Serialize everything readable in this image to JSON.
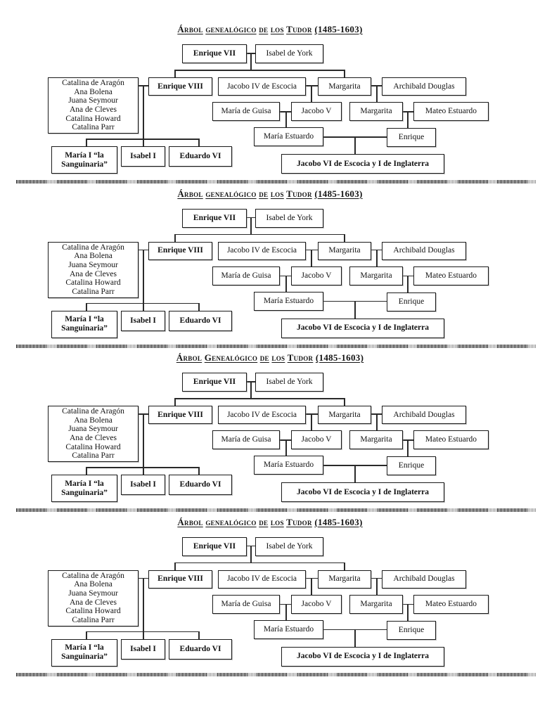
{
  "document": {
    "background_color": "#ffffff",
    "line_color": "#2a2a2a",
    "box_border_color": "#1a1a1a",
    "text_color": "#111111"
  },
  "panels": [
    {
      "title": "Árbol genealógico de los Tudor (1485-1603)"
    },
    {
      "title": "Árbol genealógico de los Tudor (1485-1603)"
    },
    {
      "title": "Árbol Genealógico de los Tudor (1485-1603)"
    },
    {
      "title": "Árbol genealógico de los Tudor (1485-1603)"
    }
  ],
  "tree": {
    "nodes": {
      "enrique_vii": "Enrique VII",
      "isabel_de_york": "Isabel de York",
      "wives": [
        "Catalina de Aragón",
        "Ana Bolena",
        "Juana Seymour",
        "Ana de Cleves",
        "Catalina Howard",
        "Catalina Parr"
      ],
      "enrique_viii": "Enrique VIII",
      "jacobo_iv": "Jacobo IV de Escocia",
      "margarita": "Margarita",
      "archibald_douglas": "Archibald Douglas",
      "maria_de_guisa": "María de Guisa",
      "jacobo_v": "Jacobo V",
      "margarita_hija": "Margarita",
      "mateo_estuardo": "Mateo Estuardo",
      "maria_estuardo": "María Estuardo",
      "enrique_darnley": "Enrique",
      "maria_i": "María I “la Sanguinaria”",
      "isabel_i": "Isabel I",
      "eduardo_vi": "Eduardo VI",
      "jacobo_vi": "Jacobo VI de Escocia y I de Inglaterra"
    }
  }
}
